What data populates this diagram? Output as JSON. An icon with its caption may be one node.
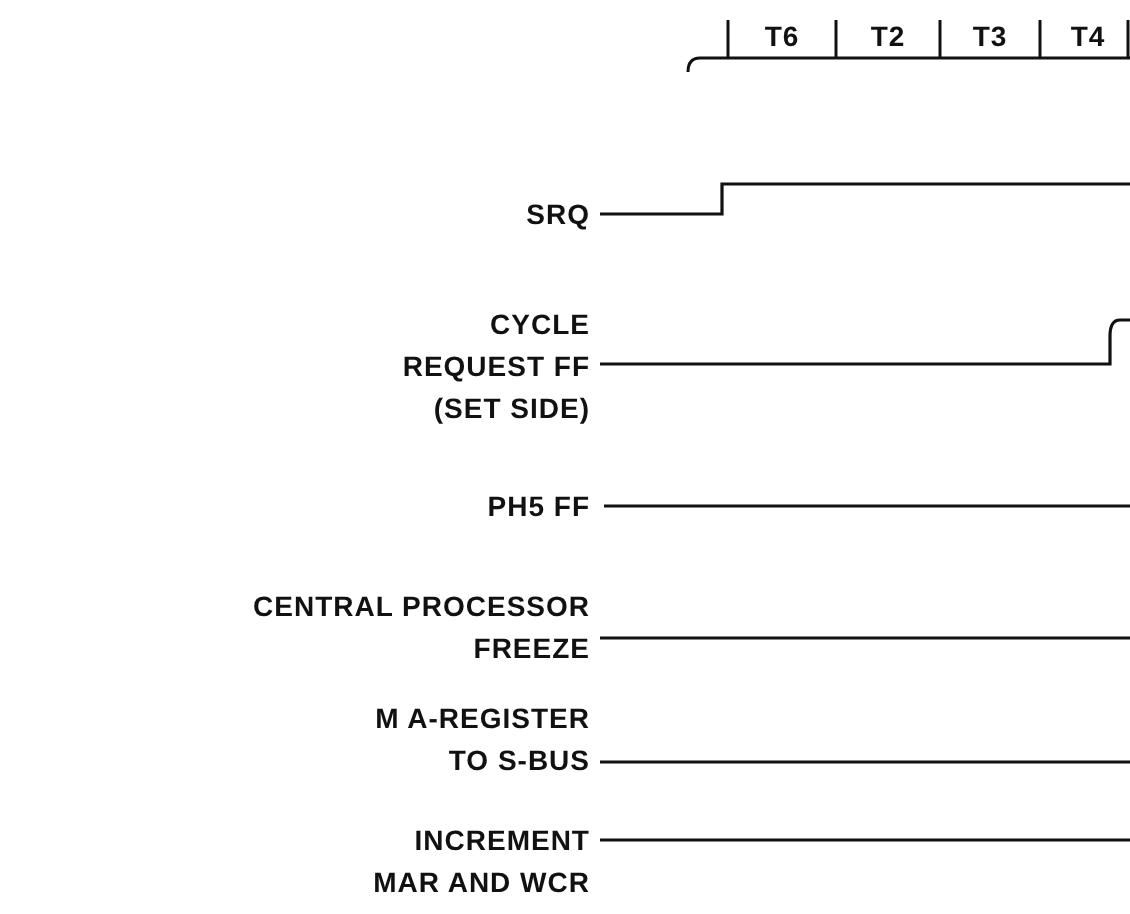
{
  "diagram": {
    "labels": [
      "T6",
      "T2",
      "T3",
      "T4",
      "SRQ",
      "CYCLE REQUEST FF (SET SIDE)",
      "PH5 FF",
      "CENTRAL PROCESSOR FREEZE",
      "M A-REGISTER TO S-BUS",
      "INCREMENT MAR AND WCR"
    ]
  }
}
